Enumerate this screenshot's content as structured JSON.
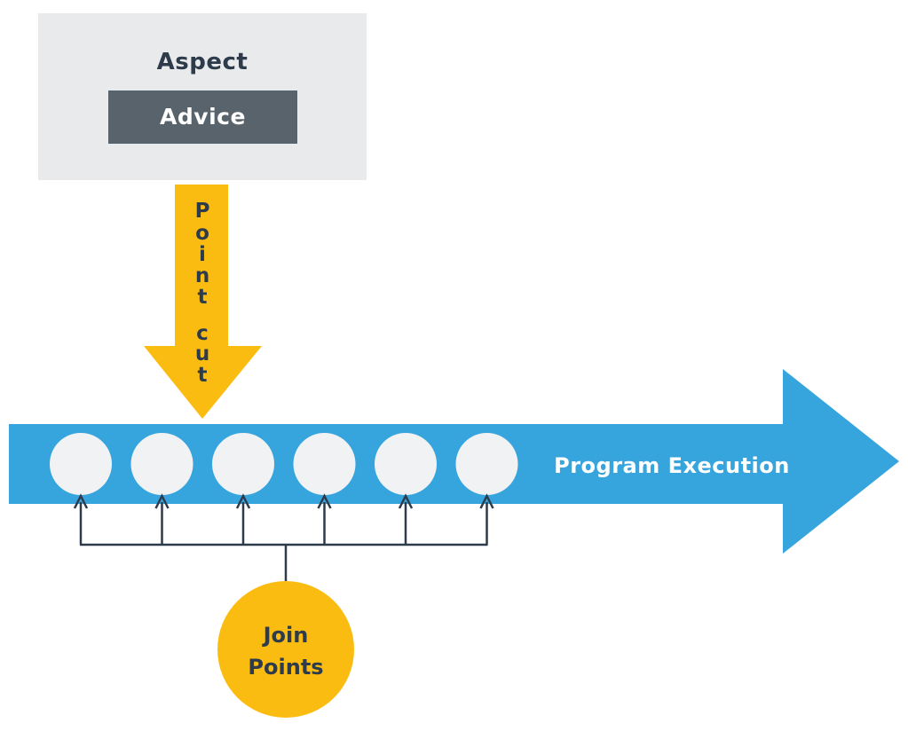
{
  "aspect": {
    "title": "Aspect",
    "advice_label": "Advice"
  },
  "pointcut": {
    "label": "Point cut"
  },
  "program_execution": {
    "label": "Program Execution",
    "join_point_count": 6
  },
  "join_points": {
    "line1": "Join",
    "line2": "Points"
  },
  "colors": {
    "aspect_bg": "#e9eaec",
    "advice_bg": "#58636c",
    "pointcut_arrow": "#fbbc12",
    "execution_arrow": "#37a5dd",
    "join_point_circle": "#f1f2f4",
    "connector": "#2e3b4b",
    "text_dark": "#2e3b4b",
    "text_light": "#ffffff"
  }
}
